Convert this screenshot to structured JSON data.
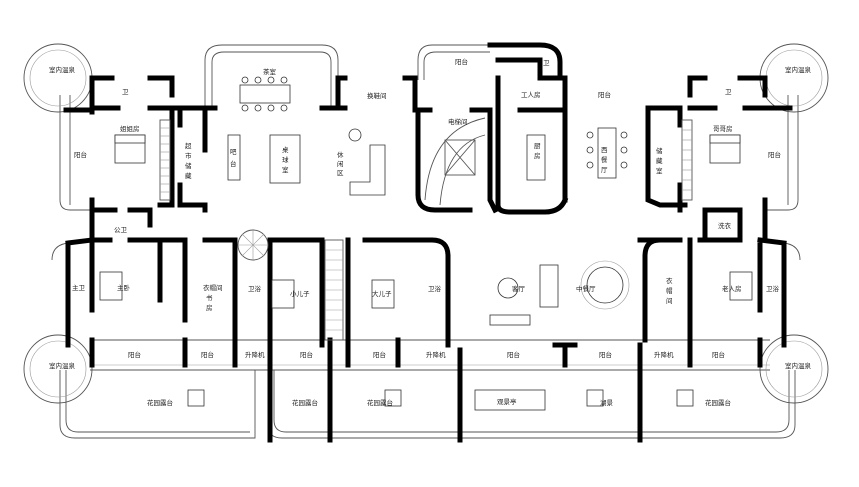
{
  "rooms": {
    "tl_hotspring": "室内温泉",
    "tr_hotspring": "室内温泉",
    "bl_hotspring": "室内温泉",
    "br_hotspring": "室内温泉",
    "tl_bath": "卫",
    "tr_bath": "卫",
    "tc_bath": "卫",
    "tl_bedroom": "姐姐房",
    "tr_bedroom": "哥哥房",
    "tl_balcony": "阳台",
    "tr_balcony": "阳台",
    "storage_left": "超市储藏",
    "storage_right": "储藏室",
    "bar": "吧台",
    "tea": "茶室",
    "billiards": "桌球室",
    "leisure": "休闲区",
    "changing": "换鞋间",
    "top_terrace": "阳台",
    "elevator": "电梯间",
    "staff": "工人房",
    "top_balcony2": "阳台",
    "kitchen": "厨房",
    "western_dining": "西餐厅",
    "public_wc": "公卫",
    "laundry": "洗衣",
    "master_bath": "主卫",
    "master_bed": "主卧",
    "study": "衣帽间书房",
    "bath_small": "卫浴",
    "small_son": "小儿子",
    "big_son": "大儿子",
    "bath_mid": "卫浴",
    "living": "客厅",
    "chinese_dining": "中餐厅",
    "cloak": "衣帽间",
    "elder": "老人房",
    "bath_right": "卫浴",
    "bal_1": "阳台",
    "bal_2": "阳台",
    "lift_1": "升降机",
    "bal_3": "阳台",
    "bal_4": "阳台",
    "lift_2": "升降机",
    "bal_5": "阳台",
    "bal_6": "阳台",
    "lift_3": "升降机",
    "bal_7": "阳台",
    "garden_1": "花园露台",
    "garden_2": "花园露台",
    "garden_3": "花园露台",
    "garden_4": "花园露台",
    "viewing": "观景亭",
    "lake_view": "湖景"
  }
}
